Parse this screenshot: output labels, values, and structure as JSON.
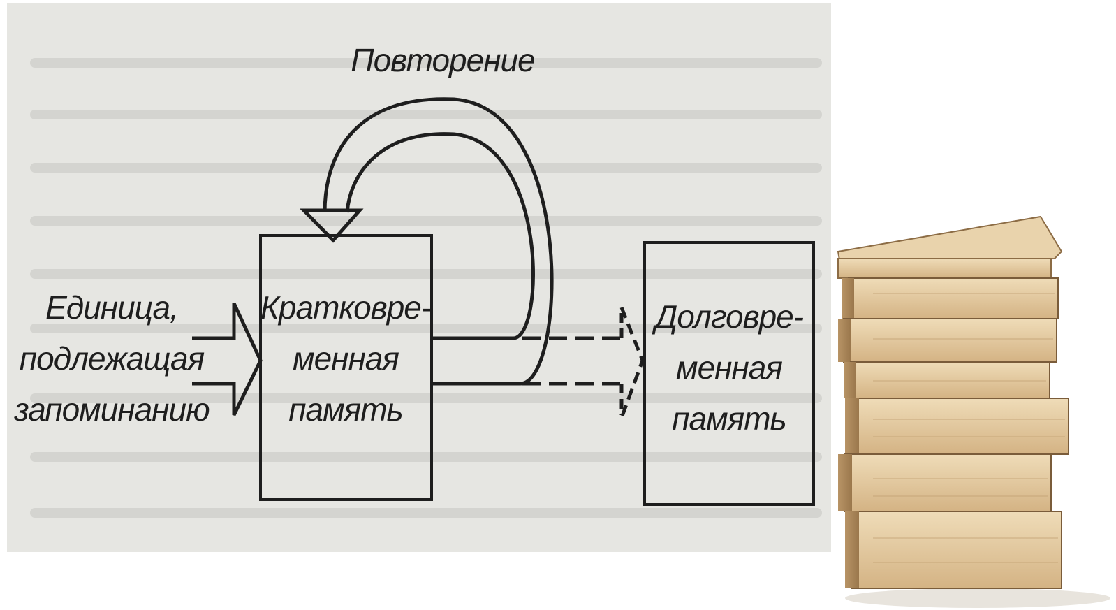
{
  "diagram": {
    "rehearsal_label": "Повторение",
    "input_label": [
      "Единица,",
      "подлежащая",
      "запоминанию"
    ],
    "short_term_label": [
      "Кратковре-",
      "менная",
      "память"
    ],
    "long_term_label": [
      "Долговре-",
      "менная",
      "память"
    ]
  },
  "colors": {
    "paper": "#e6e6e2",
    "ink": "#1e1e1e",
    "book_page": "#e2c9a0",
    "book_cover": "#c8a878"
  },
  "illustration": {
    "icon": "book-stack-icon"
  }
}
